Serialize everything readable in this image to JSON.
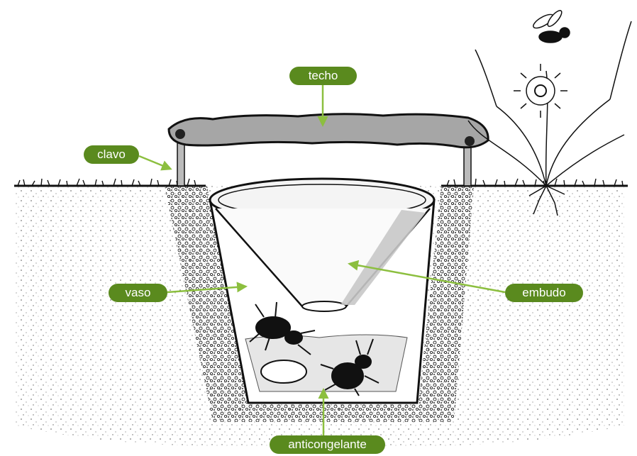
{
  "labels": {
    "techo": "techo",
    "clavo": "clavo",
    "vaso": "vaso",
    "embudo": "embudo",
    "anticongelante": "anticongelante"
  },
  "colors": {
    "label_bg": "#5a8a1e",
    "label_text": "#ffffff",
    "arrow": "#8cbf3f",
    "roof": "#a6a6a6"
  },
  "icons": [
    "pitfall-trap-illustration",
    "flower-plant",
    "fly",
    "beetle",
    "grass"
  ]
}
